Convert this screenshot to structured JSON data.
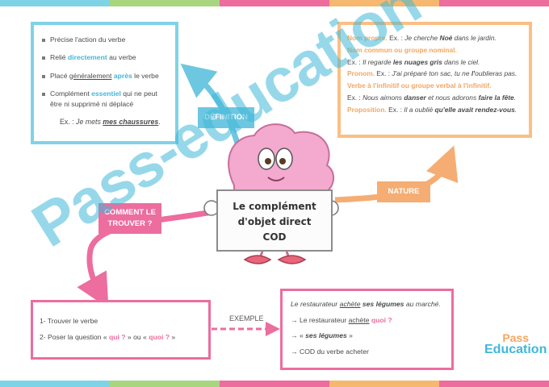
{
  "colors": {
    "stripes": [
      "#7fd3e6",
      "#a7d67f",
      "#ec6d9e",
      "#f5b86e",
      "#bfa6d9"
    ],
    "cyan": "#6ec7e0",
    "orange": "#f5ad73",
    "pink": "#ec6d9e"
  },
  "center": {
    "title_line1": "Le complément",
    "title_line2": "d'objet direct",
    "title_line3": "COD"
  },
  "labels": {
    "definition": "DÉFINITION",
    "nature": "NATURE",
    "comment_line1": "COMMENT LE",
    "comment_line2": "TROUVER ?",
    "exemple": "EXEMPLE"
  },
  "definition": {
    "b1": "Précise l'action du verbe",
    "b2_pre": "Relié ",
    "b2_hl": "directement",
    "b2_post": " au verbe",
    "b3_pre": "Placé ",
    "b3_und": "généralement",
    "b3_hl": " après",
    "b3_post": " le verbe",
    "b4_pre": "Complément ",
    "b4_hl": "essentiel",
    "b4_post": " qui ne peut être ni supprimé ni déplacé",
    "ex_label": "Ex. : ",
    "ex_text": "Je mets ",
    "ex_hl": "mes chaussures",
    "ex_end": "."
  },
  "nature": {
    "l1_label": "Nom propre.",
    "l1_ex": " Ex. : ",
    "l1_text": "Je cherche ",
    "l1_b": "Noé",
    "l1_end": " dans le jardin.",
    "l2_label": "Nom commun ou groupe nominal.",
    "l3_ex": "Ex. : ",
    "l3_text": "Il regarde ",
    "l3_b": "les nuages gris",
    "l3_end": " dans le ciel.",
    "l4_label": "Pronom.",
    "l4_ex": " Ex. : ",
    "l4_text": "J'ai préparé ton sac, tu ne ",
    "l4_b": "l'",
    "l4_end": "oublieras pas.",
    "l5_label": "Verbe à l'infinitif ou groupe verbal à l'infinitif.",
    "l6_ex": "Ex. : ",
    "l6_text": "Nous aimons ",
    "l6_b1": "danser",
    "l6_mid": " et nous adorons ",
    "l6_b2": "faire la fête",
    "l6_end": ".",
    "l7_label": "Proposition.",
    "l7_ex": " Ex. : ",
    "l7_text": "Il a oublié ",
    "l7_b": "qu'elle avait rendez-vous",
    "l7_end": "."
  },
  "how": {
    "s1": "1- Trouver le verbe",
    "s2_pre": "2- Poser la question « ",
    "s2_q1": "qui ?",
    "s2_mid": " » ou « ",
    "s2_q2": "quoi ?",
    "s2_end": " »"
  },
  "example": {
    "line1_pre": "Le restaurateur ",
    "line1_verb": "achète",
    "line1_b": " ses légumes",
    "line1_end": " au marché.",
    "line2_arrow": "→ ",
    "line2_pre": "Le restaurateur ",
    "line2_verb": "achète",
    "line2_q": " quoi ?",
    "line3_arrow": "→ « ",
    "line3_b": "ses légumes",
    "line3_end": " »",
    "line4_arrow": "→ ",
    "line4_text": "COD du verbe acheter"
  },
  "logo": {
    "line1": "Pass",
    "line2": "Education"
  },
  "watermark": "Pass-education"
}
